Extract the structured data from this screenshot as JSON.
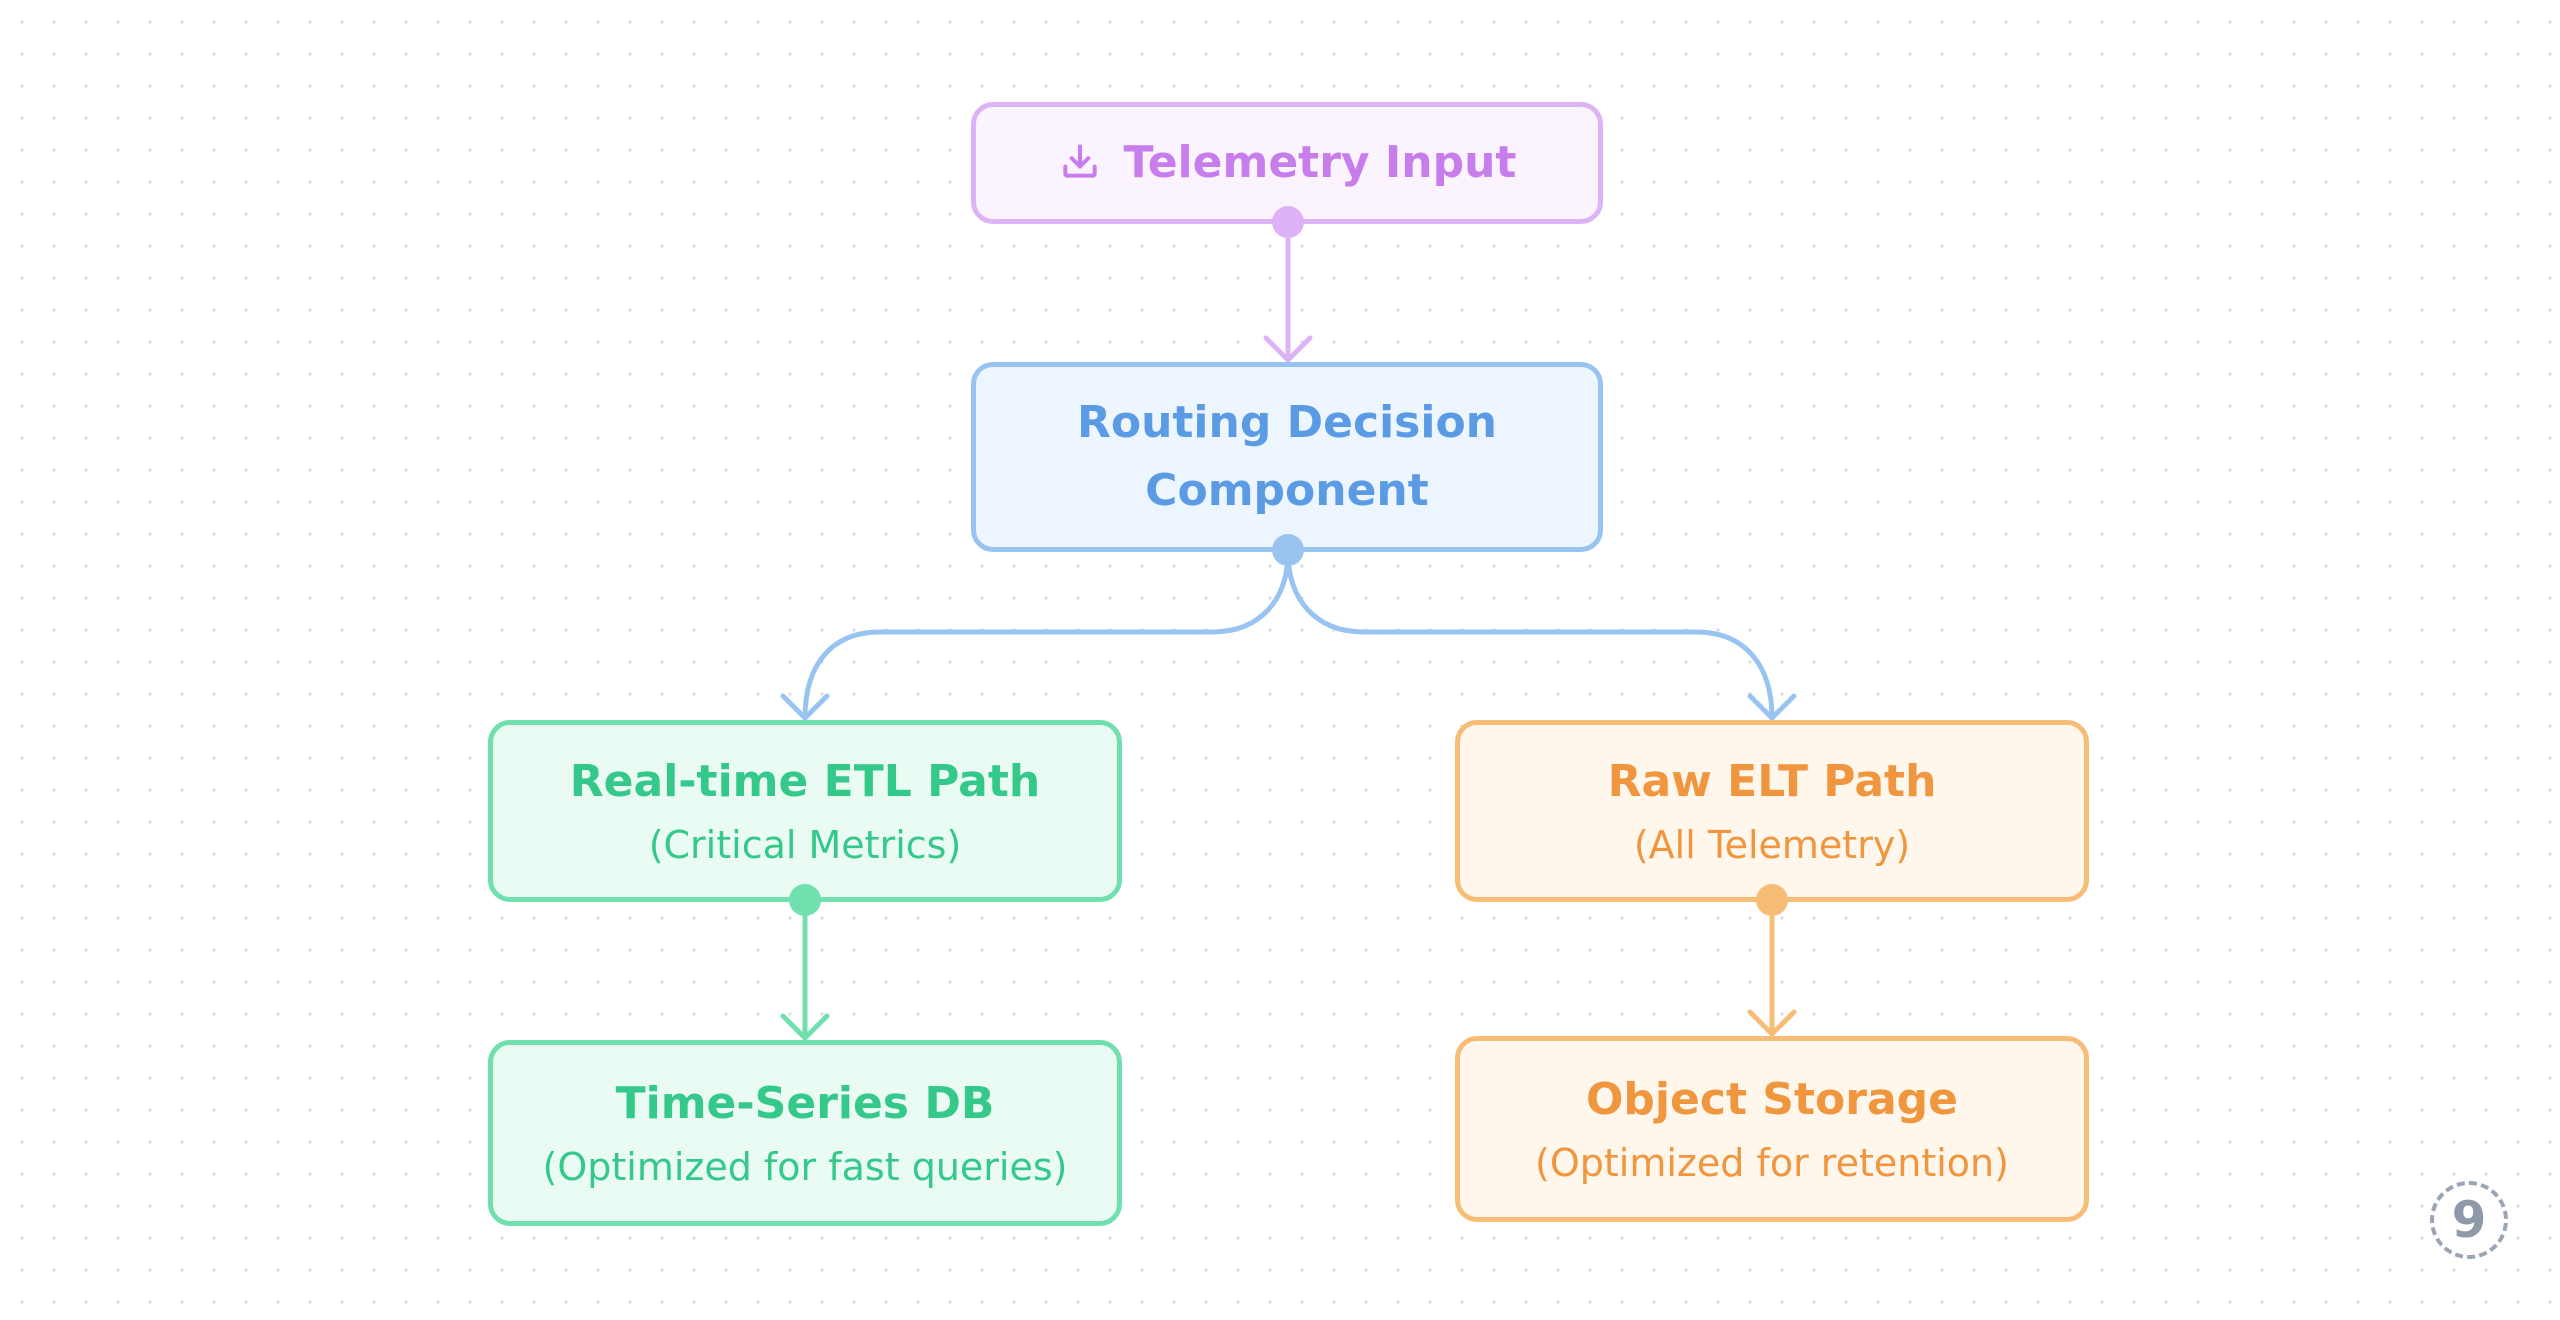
{
  "colors": {
    "purple": "#c77deb",
    "blue": "#5a9be3",
    "green": "#34c98a",
    "orange": "#f0963f"
  },
  "nodes": {
    "telemetry_input": {
      "title": "Telemetry Input",
      "icon": "download-icon"
    },
    "routing_decision": {
      "title_line1": "Routing Decision",
      "title_line2": "Component"
    },
    "realtime_etl": {
      "title": "Real-time ETL Path",
      "subtitle": "(Critical Metrics)"
    },
    "raw_elt": {
      "title": "Raw ELT Path",
      "subtitle": "(All Telemetry)"
    },
    "timeseries_db": {
      "title": "Time-Series DB",
      "subtitle": "(Optimized for fast queries)"
    },
    "object_storage": {
      "title": "Object Storage",
      "subtitle": "(Optimized for retention)"
    }
  },
  "edges": [
    {
      "from": "telemetry_input",
      "to": "routing_decision",
      "color": "#dcb4f5"
    },
    {
      "from": "routing_decision",
      "to": "realtime_etl",
      "color": "#99c4f2"
    },
    {
      "from": "routing_decision",
      "to": "raw_elt",
      "color": "#99c4f2"
    },
    {
      "from": "realtime_etl",
      "to": "timeseries_db",
      "color": "#6fe0ae"
    },
    {
      "from": "raw_elt",
      "to": "object_storage",
      "color": "#f7bd77"
    }
  ],
  "page_badge": "9"
}
